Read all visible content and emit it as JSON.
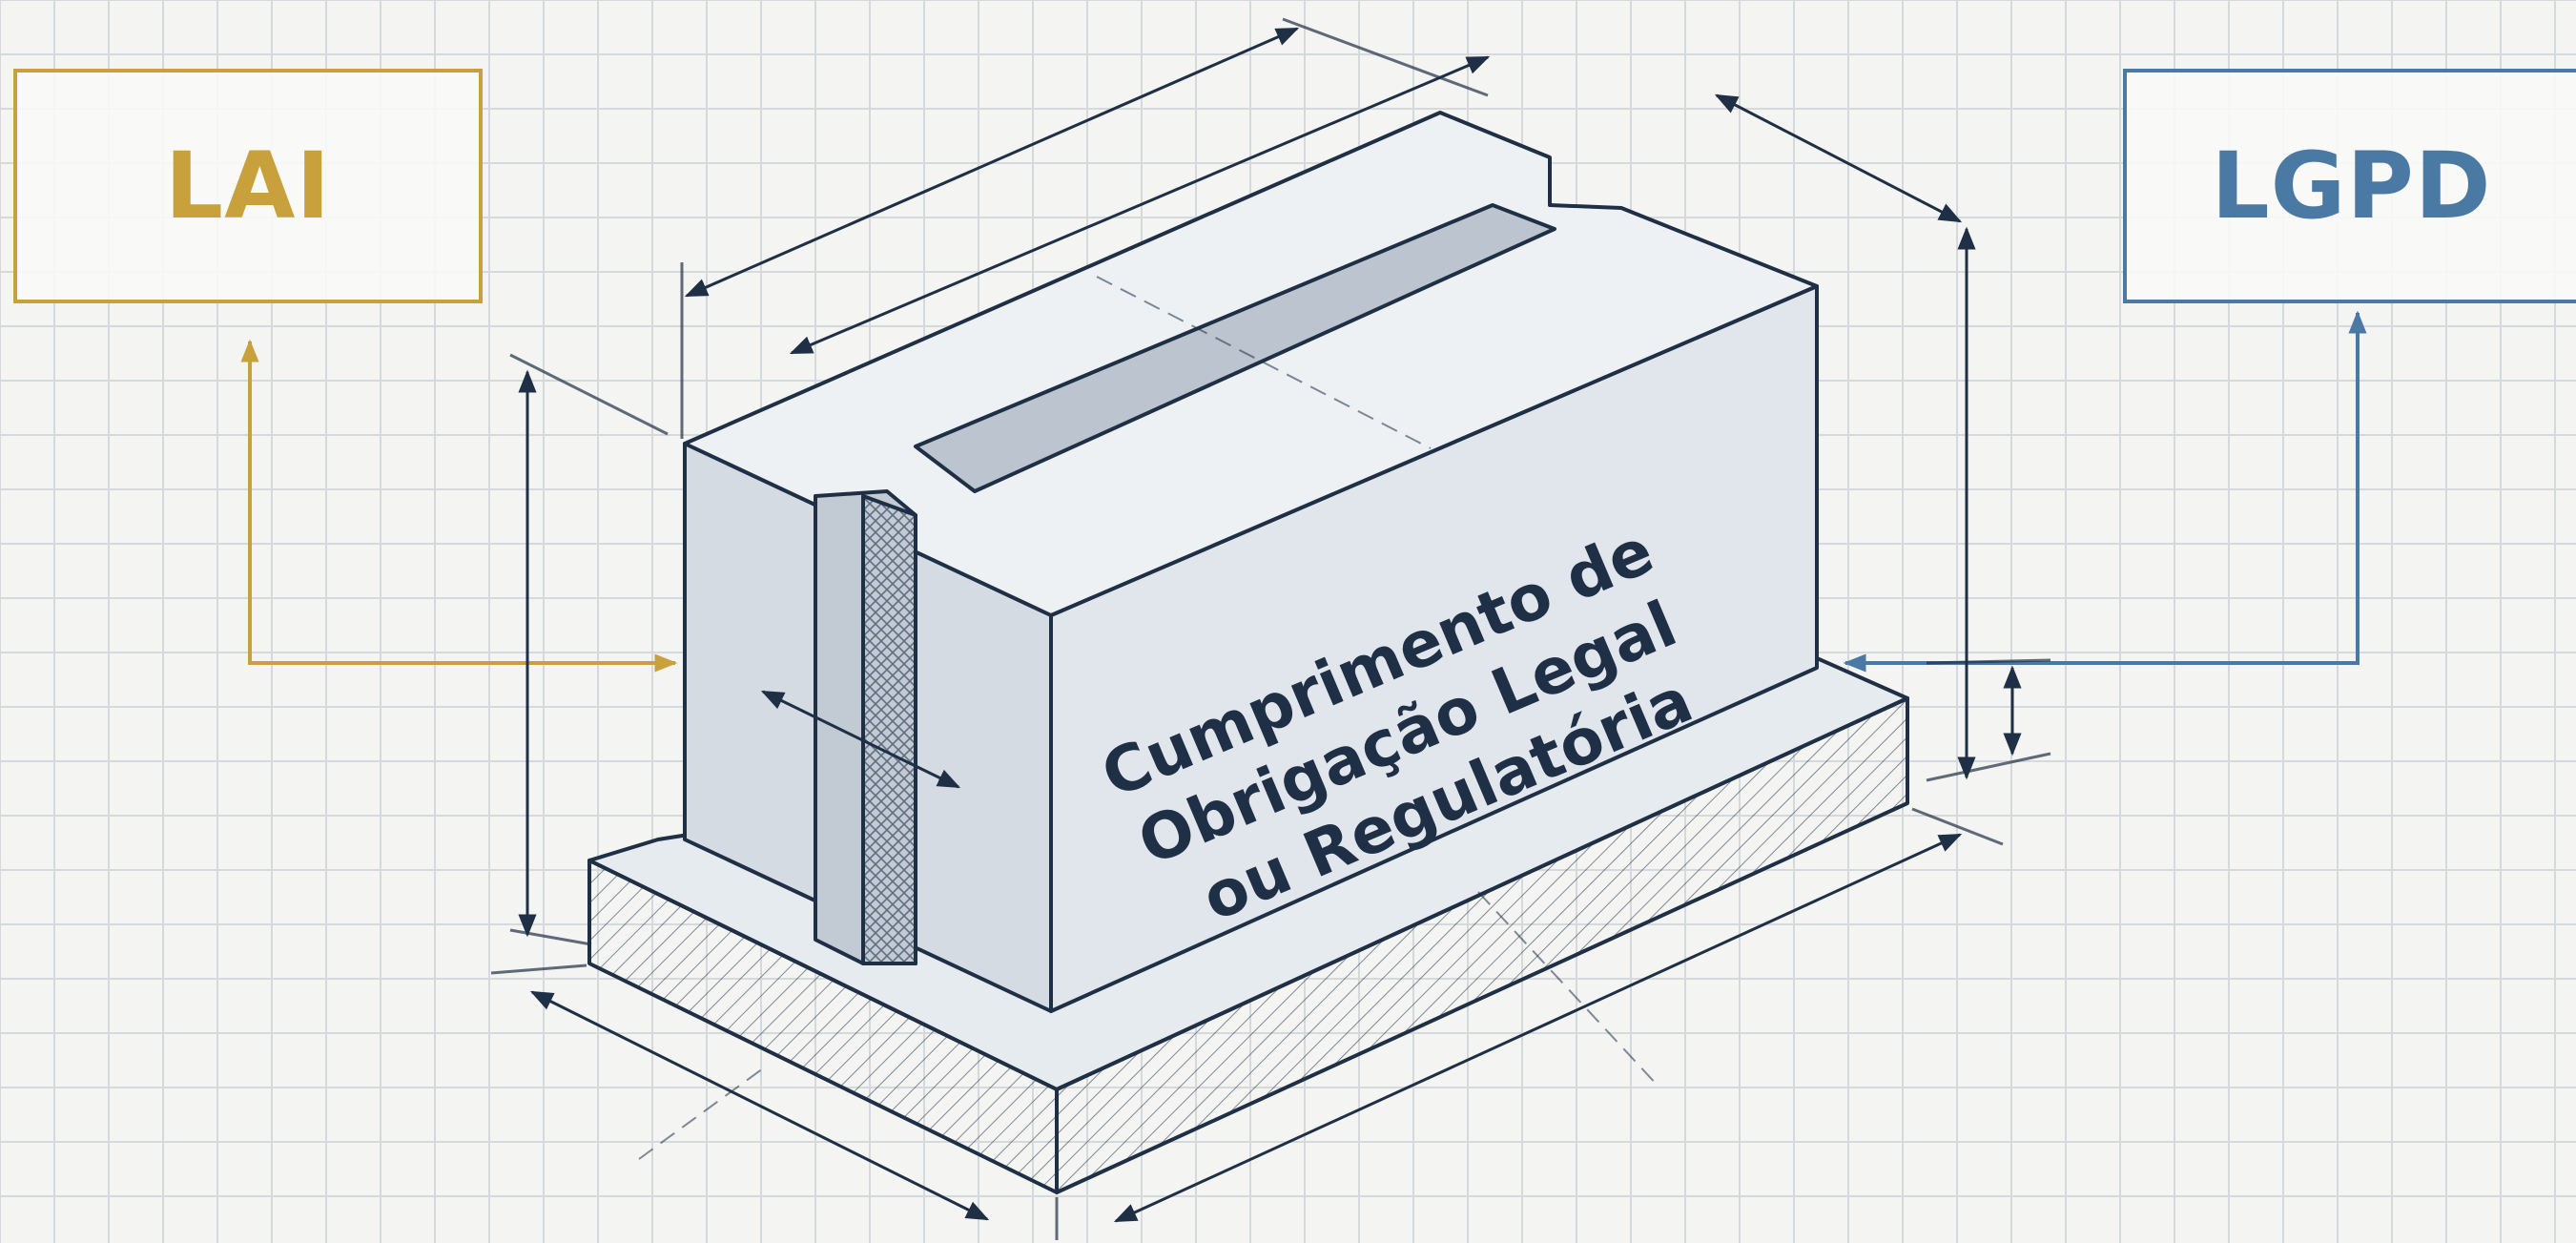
{
  "boxes": {
    "left": {
      "text": "LAI"
    },
    "right": {
      "text": "LGPD"
    }
  },
  "block": {
    "lines": [
      "Cumprimento de",
      "Obrigação Legal",
      "ou Regulatória"
    ]
  },
  "colors": {
    "left_accent": "#c9a13c",
    "right_accent": "#4a7aa4",
    "ink": "#1f2f45",
    "grid": "#d5d9dc",
    "face_light": "#e6ebf0",
    "face_mid": "#d4dbe3",
    "face_dark": "#c2cad4"
  }
}
